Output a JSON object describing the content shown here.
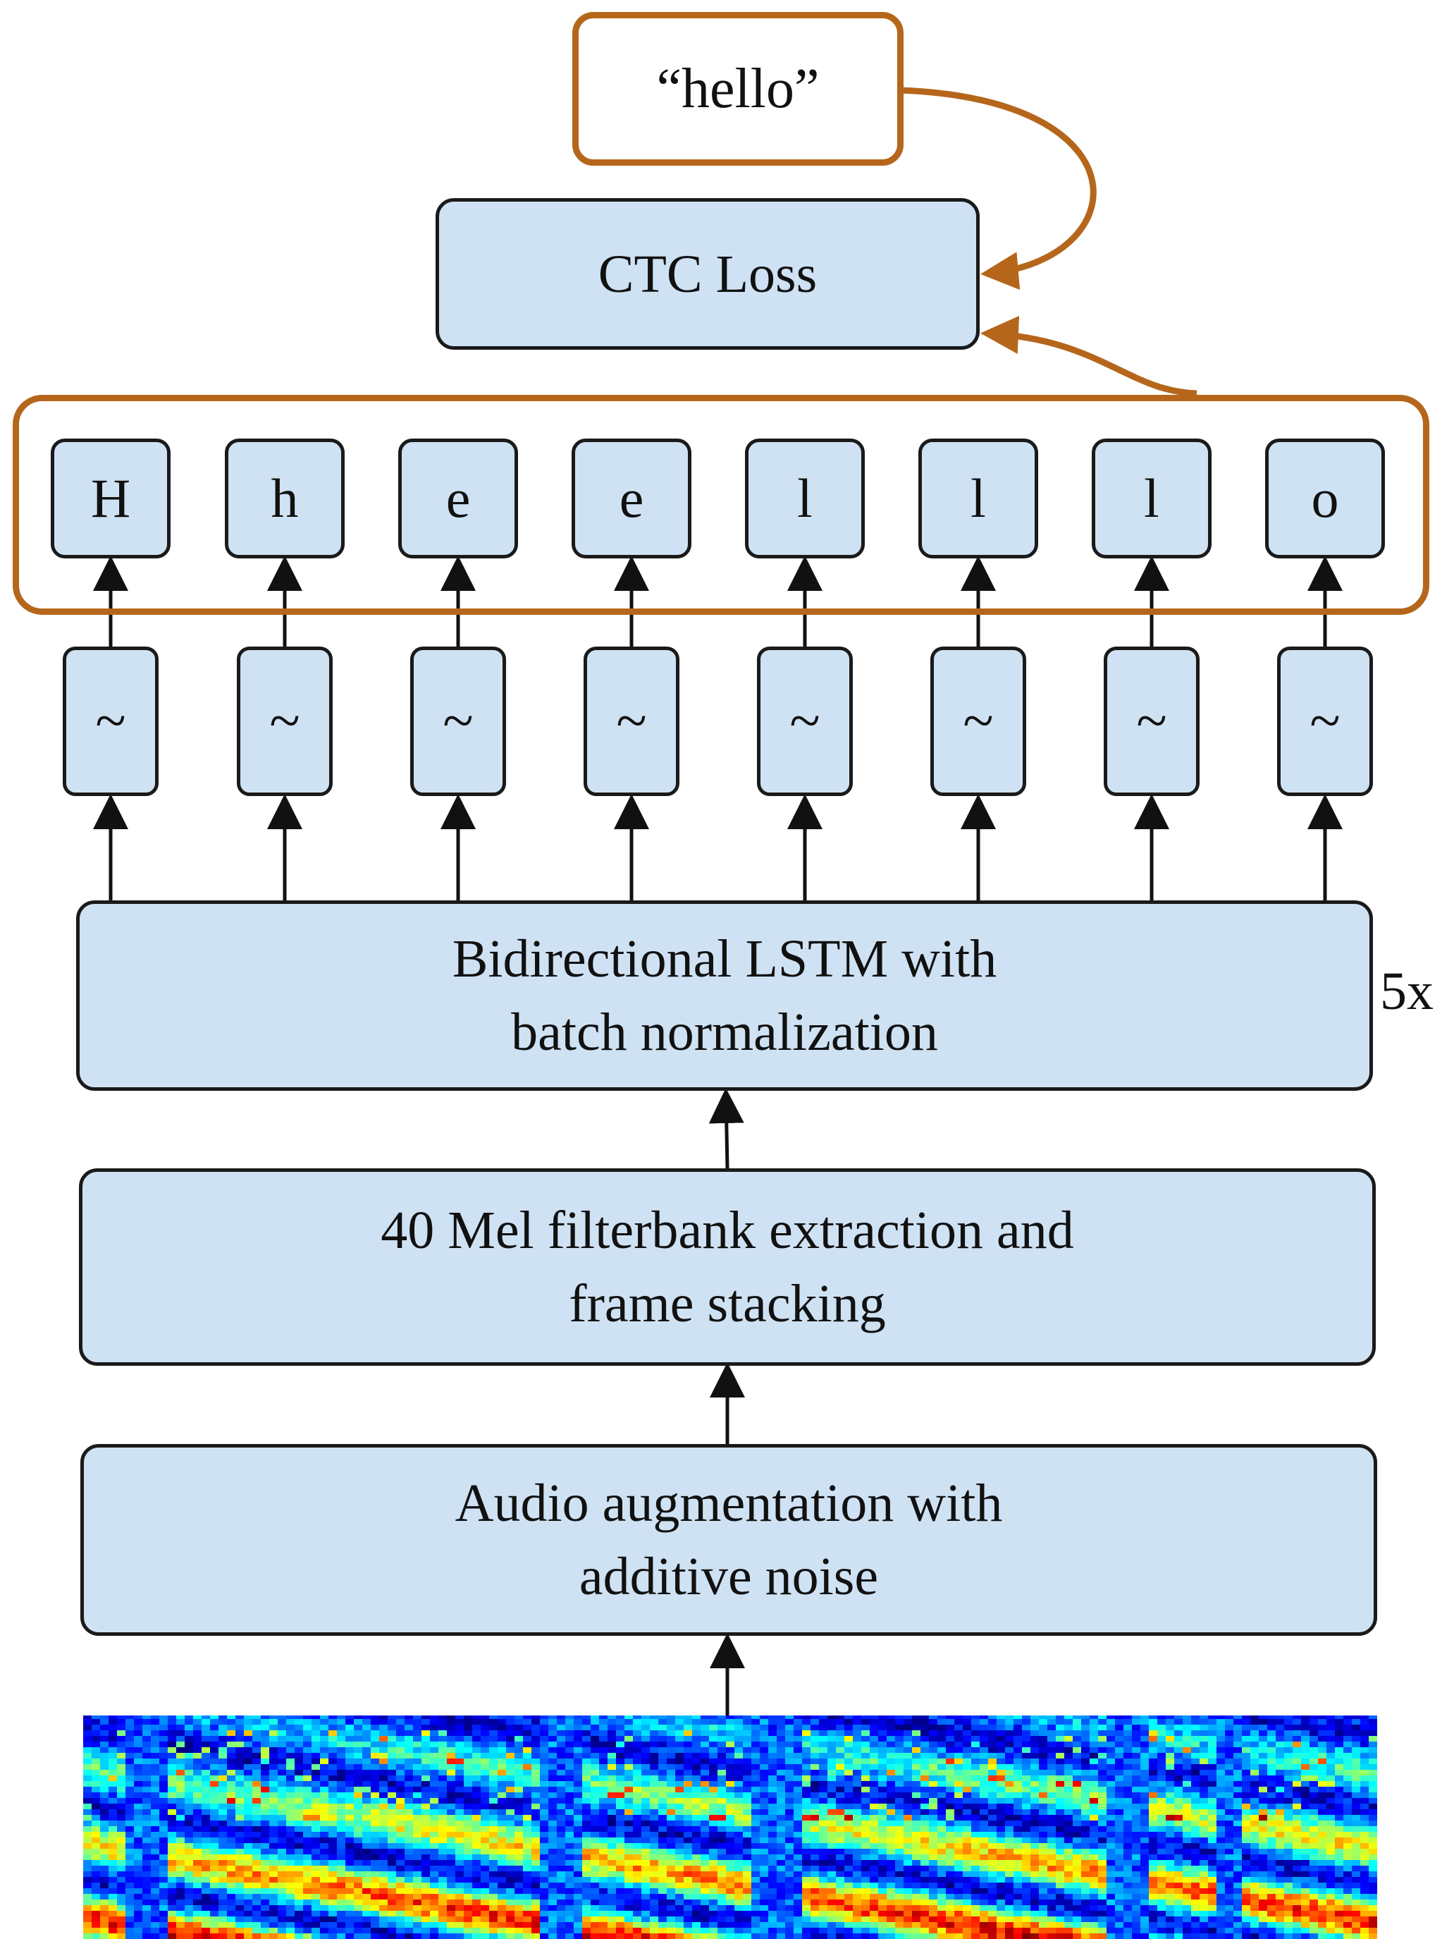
{
  "target": {
    "text": "“hello”"
  },
  "loss": {
    "label": "CTC Loss"
  },
  "outputs": [
    "H",
    "h",
    "e",
    "e",
    "l",
    "l",
    "l",
    "o"
  ],
  "hidden_symbol": "~",
  "lstm": {
    "line1": "Bidirectional LSTM with",
    "line2": "batch normalization",
    "repeat": "5x"
  },
  "features": {
    "line1": "40 Mel filterbank extraction and",
    "line2": "frame stacking"
  },
  "augment": {
    "line1": "Audio augmentation with",
    "line2": "additive noise"
  },
  "colors": {
    "box_fill": "#cfe2f3",
    "border": "#1a1a1a",
    "accent": "#b5661b"
  },
  "icons": {
    "input": "spectrogram-image"
  }
}
